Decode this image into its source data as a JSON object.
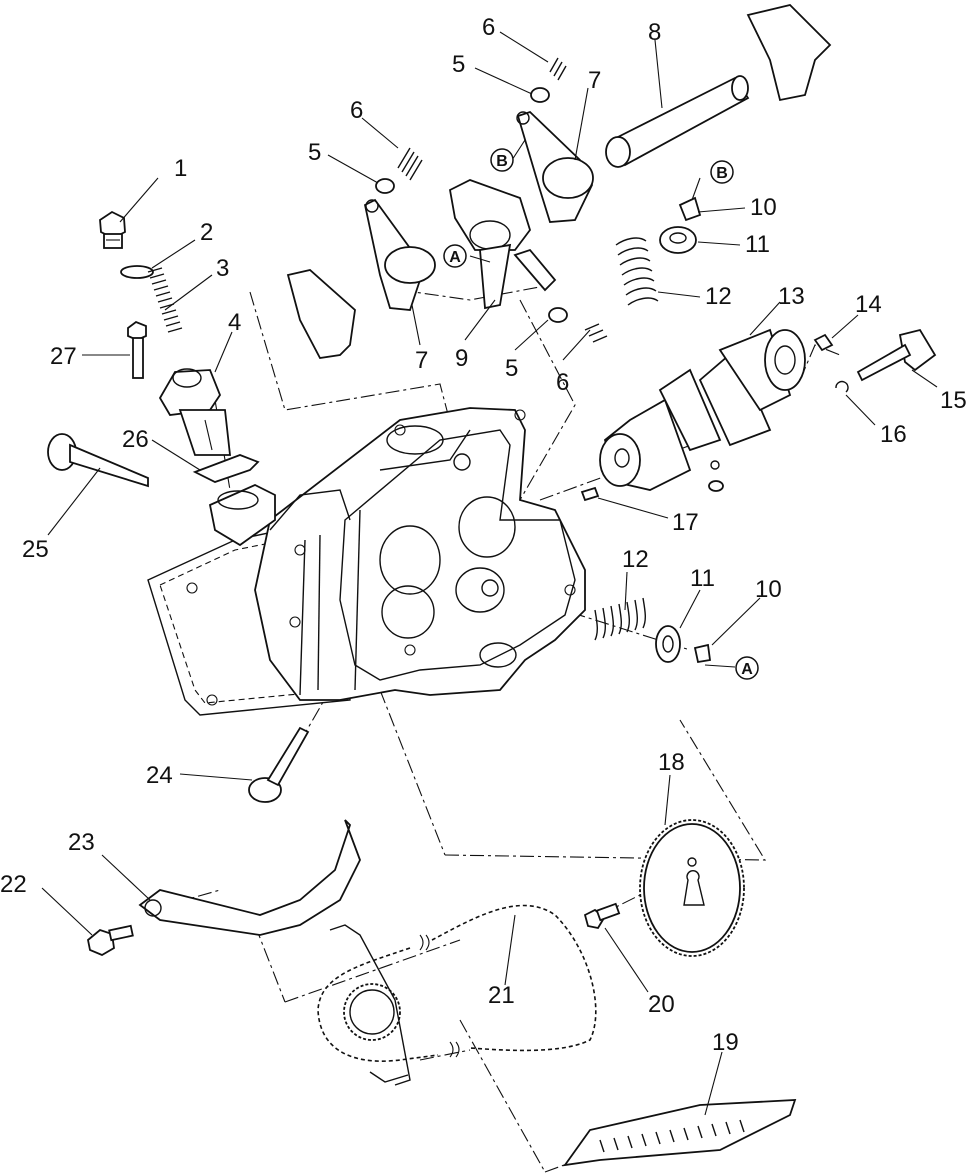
{
  "callouts": [
    {
      "id": "c1",
      "text": "1"
    },
    {
      "id": "c2",
      "text": "2"
    },
    {
      "id": "c3",
      "text": "3"
    },
    {
      "id": "c4",
      "text": "4"
    },
    {
      "id": "c5a",
      "text": "5"
    },
    {
      "id": "c5b",
      "text": "5"
    },
    {
      "id": "c5c",
      "text": "5"
    },
    {
      "id": "c6a",
      "text": "6"
    },
    {
      "id": "c6b",
      "text": "6"
    },
    {
      "id": "c6c",
      "text": "6"
    },
    {
      "id": "c7a",
      "text": "7"
    },
    {
      "id": "c7b",
      "text": "7"
    },
    {
      "id": "c8",
      "text": "8"
    },
    {
      "id": "c9",
      "text": "9"
    },
    {
      "id": "c10a",
      "text": "10"
    },
    {
      "id": "c10b",
      "text": "10"
    },
    {
      "id": "c11a",
      "text": "11"
    },
    {
      "id": "c11b",
      "text": "11"
    },
    {
      "id": "c12a",
      "text": "12"
    },
    {
      "id": "c12b",
      "text": "12"
    },
    {
      "id": "c13",
      "text": "13"
    },
    {
      "id": "c14",
      "text": "14"
    },
    {
      "id": "c15",
      "text": "15"
    },
    {
      "id": "c16",
      "text": "16"
    },
    {
      "id": "c17",
      "text": "17"
    },
    {
      "id": "c18",
      "text": "18"
    },
    {
      "id": "c19",
      "text": "19"
    },
    {
      "id": "c20",
      "text": "20"
    },
    {
      "id": "c21",
      "text": "21"
    },
    {
      "id": "c22",
      "text": "22"
    },
    {
      "id": "c23",
      "text": "23"
    },
    {
      "id": "c24",
      "text": "24"
    },
    {
      "id": "c25",
      "text": "25"
    },
    {
      "id": "c26",
      "text": "26"
    },
    {
      "id": "c27",
      "text": "27"
    }
  ],
  "reference_marks": [
    {
      "id": "rA1",
      "text": "A"
    },
    {
      "id": "rA2",
      "text": "A"
    },
    {
      "id": "rB1",
      "text": "B"
    },
    {
      "id": "rB2",
      "text": "B"
    }
  ]
}
